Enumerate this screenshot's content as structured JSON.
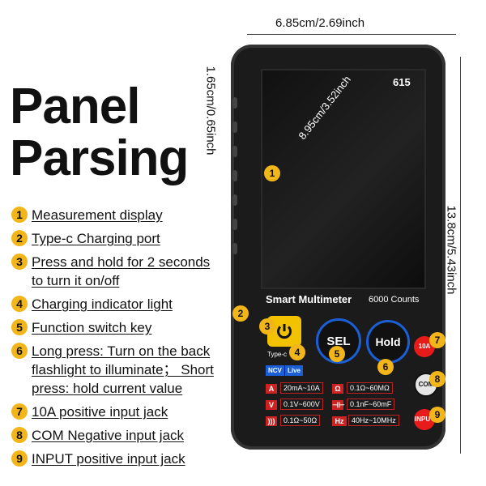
{
  "title": {
    "line1": "Panel",
    "line2": "Parsing"
  },
  "dimensions": {
    "width": "6.85cm/2.69inch",
    "thickness": "1.65cm/0.65inch",
    "height": "13.8cm/5.43inch",
    "diagonal": "8.95cm/3.52inch"
  },
  "legend": [
    {
      "num": "1",
      "text": "Measurement display"
    },
    {
      "num": "2",
      "text": "Type-c Charging port"
    },
    {
      "num": "3",
      "text": "Press and hold for 2 seconds to turn it on/off"
    },
    {
      "num": "4",
      "text": "Charging indicator light"
    },
    {
      "num": "5",
      "text": "Function switch key"
    },
    {
      "num": "6",
      "text": "Long press: Turn on the back flashlight to illuminate； Short press: hold current value"
    },
    {
      "num": "7",
      "text": "10A positive input jack"
    },
    {
      "num": "8",
      "text": "COM Negative input jack"
    },
    {
      "num": "9",
      "text": "INPUT positive input jack"
    }
  ],
  "device": {
    "model": "615",
    "brand": "Smart Multimeter",
    "counts": "6000 Counts",
    "sel": "SEL",
    "hold": "Hold",
    "typec": "Type-c",
    "ncv": "NCV",
    "live": "Live",
    "jack_10a": "10A",
    "jack_com": "COM",
    "jack_input": "INPUT",
    "specs": {
      "a": "20mA~10A",
      "v": "0.1V~600V",
      "beep": "0.1Ω~50Ω",
      "ohm": "0.1Ω~60MΩ",
      "cap": "0.1nF~60mF",
      "hz": "40Hz~10MHz"
    },
    "symbols": {
      "a": "A",
      "v": "V",
      "ohm": "Ω",
      "hz": "Hz"
    }
  }
}
